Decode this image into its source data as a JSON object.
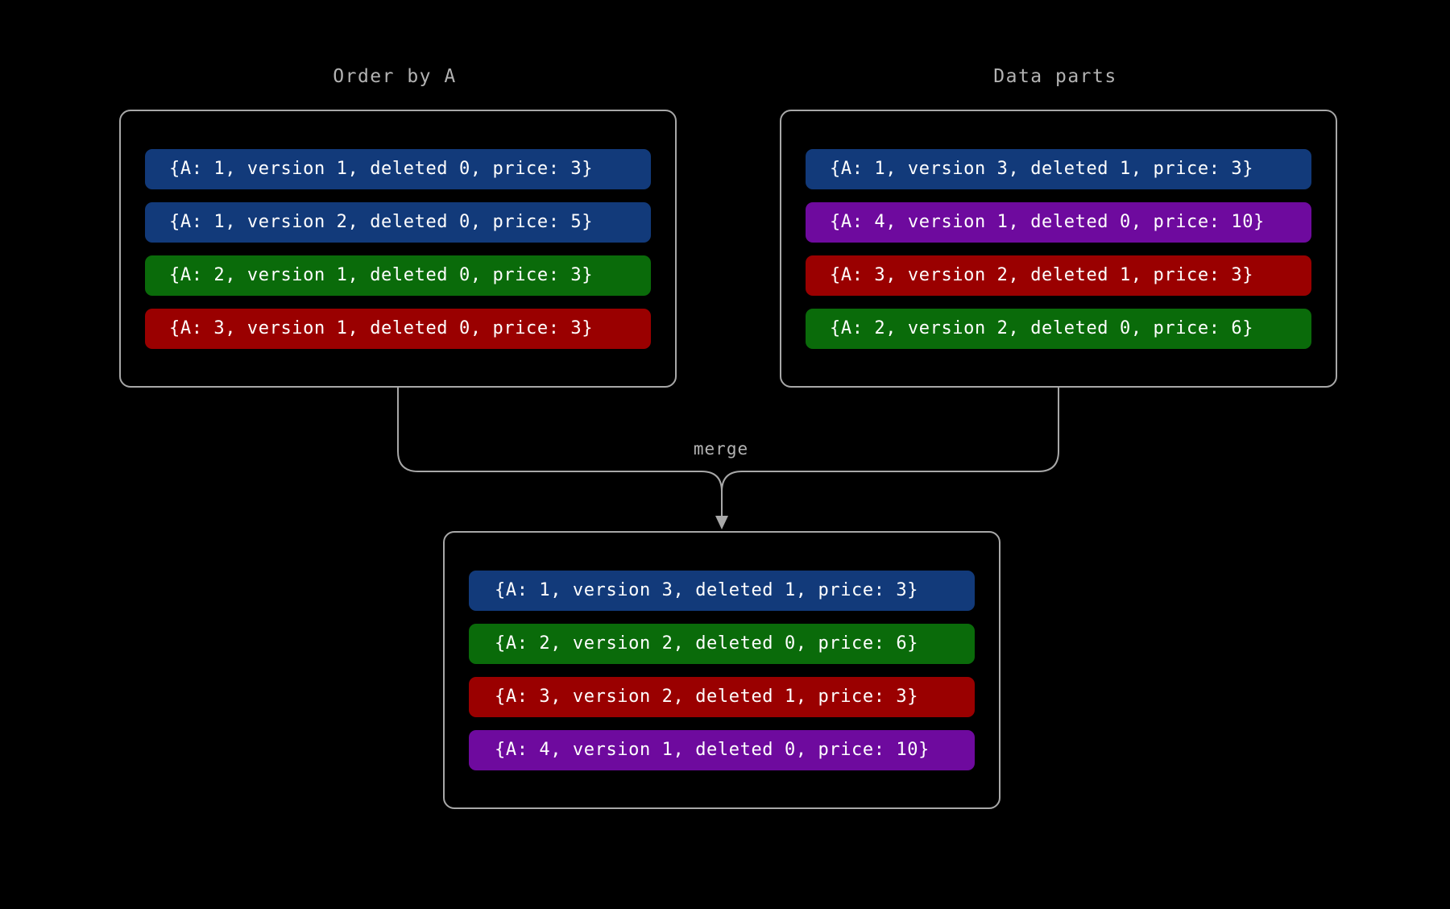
{
  "diagram": {
    "background_color": "#000000",
    "border_color": "#a8a8a8",
    "label_color": "#b3b3b3",
    "text_color": "#ffffff",
    "merge_label": "merge",
    "palette": {
      "blue": "#123a7a",
      "green": "#0a6b0a",
      "red": "#9a0000",
      "purple": "#6e0a9e"
    }
  },
  "groups": {
    "order_by_a": {
      "title": "Order by A",
      "rows": [
        {
          "text": "{A: 1, version 1, deleted 0, price: 3}",
          "color": "#123a7a",
          "color_name": "blue"
        },
        {
          "text": "{A: 1, version 2, deleted 0, price: 5}",
          "color": "#123a7a",
          "color_name": "blue"
        },
        {
          "text": "{A: 2, version 1, deleted 0, price: 3}",
          "color": "#0a6b0a",
          "color_name": "green"
        },
        {
          "text": "{A: 3, version 1, deleted 0, price: 3}",
          "color": "#9a0000",
          "color_name": "red"
        }
      ]
    },
    "data_parts": {
      "title": "Data parts",
      "rows": [
        {
          "text": "{A: 1, version 3, deleted 1, price: 3}",
          "color": "#123a7a",
          "color_name": "blue"
        },
        {
          "text": "{A: 4, version 1, deleted 0, price: 10}",
          "color": "#6e0a9e",
          "color_name": "purple"
        },
        {
          "text": "{A: 3, version 2, deleted 1, price: 3}",
          "color": "#9a0000",
          "color_name": "red"
        },
        {
          "text": "{A: 2, version 2, deleted 0, price: 6}",
          "color": "#0a6b0a",
          "color_name": "green"
        }
      ]
    },
    "merged": {
      "title": "",
      "rows": [
        {
          "text": "{A: 1, version 3, deleted 1, price: 3}",
          "color": "#123a7a",
          "color_name": "blue"
        },
        {
          "text": "{A: 2, version 2, deleted 0, price: 6}",
          "color": "#0a6b0a",
          "color_name": "green"
        },
        {
          "text": "{A: 3, version 2, deleted 1, price: 3}",
          "color": "#9a0000",
          "color_name": "red"
        },
        {
          "text": "{A: 4, version 1, deleted 0, price: 10}",
          "color": "#6e0a9e",
          "color_name": "purple"
        }
      ]
    }
  }
}
